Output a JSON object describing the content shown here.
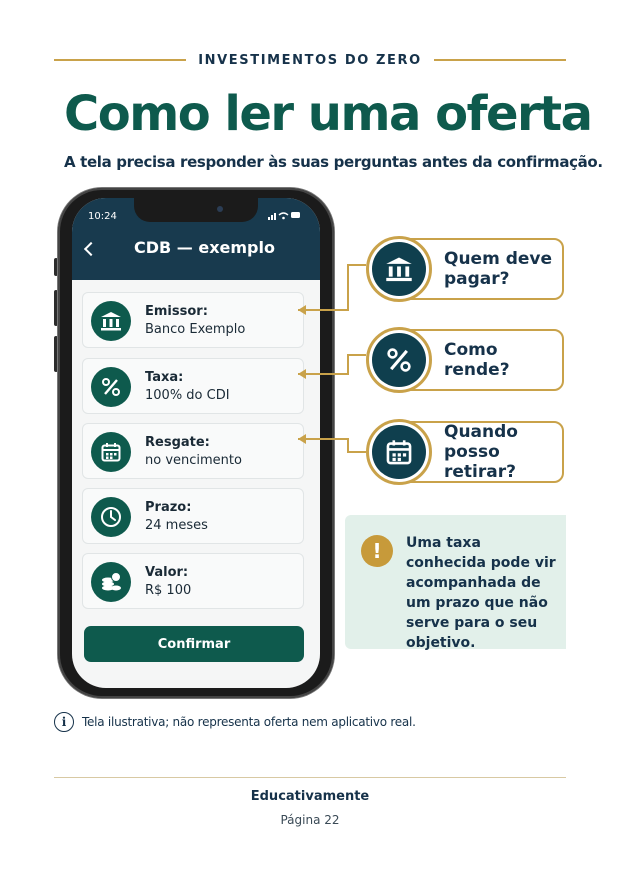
{
  "header": {
    "kicker": "INVESTIMENTOS DO ZERO",
    "title": "Como ler uma oferta",
    "subtitle": "A tela precisa responder às suas perguntas antes da confirmação."
  },
  "phone": {
    "status_time": "10:24",
    "appbar_title": "CDB — exemplo",
    "items": [
      {
        "label": "Emissor:",
        "value": "Banco Exemplo",
        "icon": "bank-icon"
      },
      {
        "label": "Taxa:",
        "value": "100% do CDI",
        "icon": "percent-icon"
      },
      {
        "label": "Resgate:",
        "value": "no vencimento",
        "icon": "calendar-icon"
      },
      {
        "label": "Prazo:",
        "value": "24 meses",
        "icon": "clock-icon"
      },
      {
        "label": "Valor:",
        "value": "R$ 100",
        "icon": "coins-icon"
      }
    ],
    "confirm_label": "Confirmar"
  },
  "questions": [
    {
      "text": "Quem deve pagar?",
      "icon": "bank-icon"
    },
    {
      "text": "Como rende?",
      "icon": "percent-icon"
    },
    {
      "text": "Quando posso retirar?",
      "icon": "calendar-icon"
    }
  ],
  "note": {
    "text": "Uma taxa conhecida pode vir acompanhada de um prazo que não serve para o seu objetivo.",
    "icon": "warning-icon"
  },
  "disclaimer": "Tela ilustrativa; não representa oferta nem aplicativo real.",
  "footer": {
    "brand": "Educativamente",
    "page": "Página 22"
  },
  "colors": {
    "green": "#0e5a4d",
    "navy": "#16324a",
    "gold": "#c9a24a",
    "note_bg": "#e2f0ea"
  }
}
